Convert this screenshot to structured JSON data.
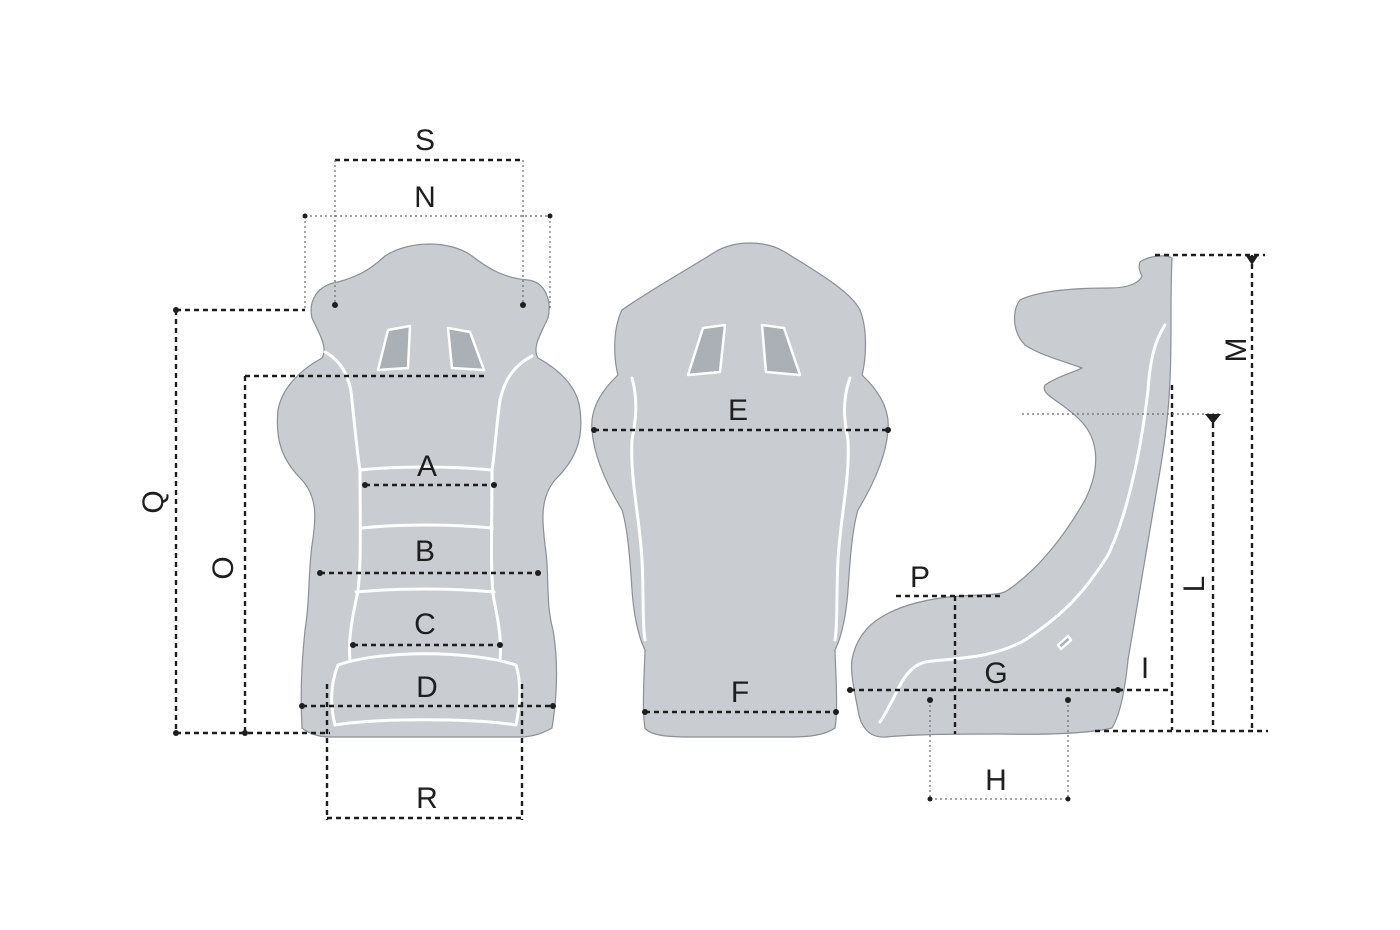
{
  "diagram": {
    "labels": {
      "a": "A",
      "b": "B",
      "c": "C",
      "d": "D",
      "e": "E",
      "f": "F",
      "g": "G",
      "h": "H",
      "i": "I",
      "l": "L",
      "m": "M",
      "n": "N",
      "o": "O",
      "p": "P",
      "q": "Q",
      "r": "R",
      "s": "S"
    }
  },
  "colors": {
    "seat_fill": "#c9cdd1",
    "seat_outline": "#8a9096",
    "highlight": "#ffffff",
    "dimension_line": "#1e1e1e"
  }
}
